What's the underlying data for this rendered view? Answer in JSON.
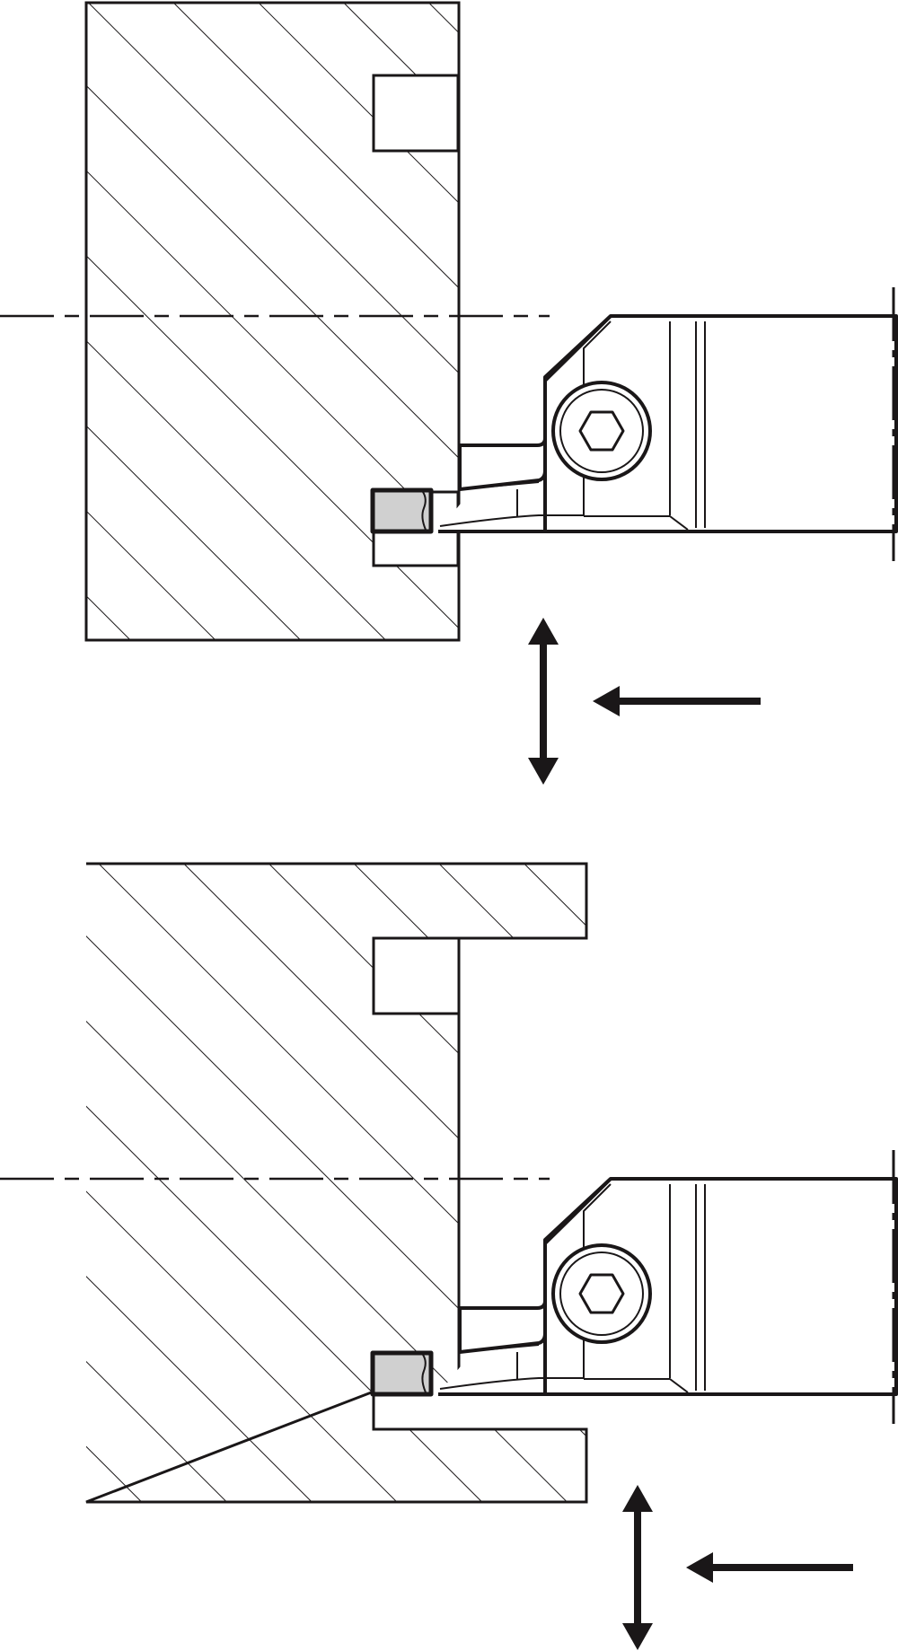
{
  "diagram": {
    "kind": "machining-illustration",
    "views": [
      {
        "id": "top",
        "operation": "internal-face-grooving"
      },
      {
        "id": "bottom",
        "operation": "face-grooving-step"
      }
    ],
    "colors": {
      "ink": "#1a1718",
      "insert_fill": "#d0d0d0",
      "background": "#ffffff"
    },
    "arrows": {
      "feed": "left-arrow-icon",
      "traverse": "up-down-arrow-icon"
    },
    "screw_icon": "hex-socket-screw-icon"
  }
}
